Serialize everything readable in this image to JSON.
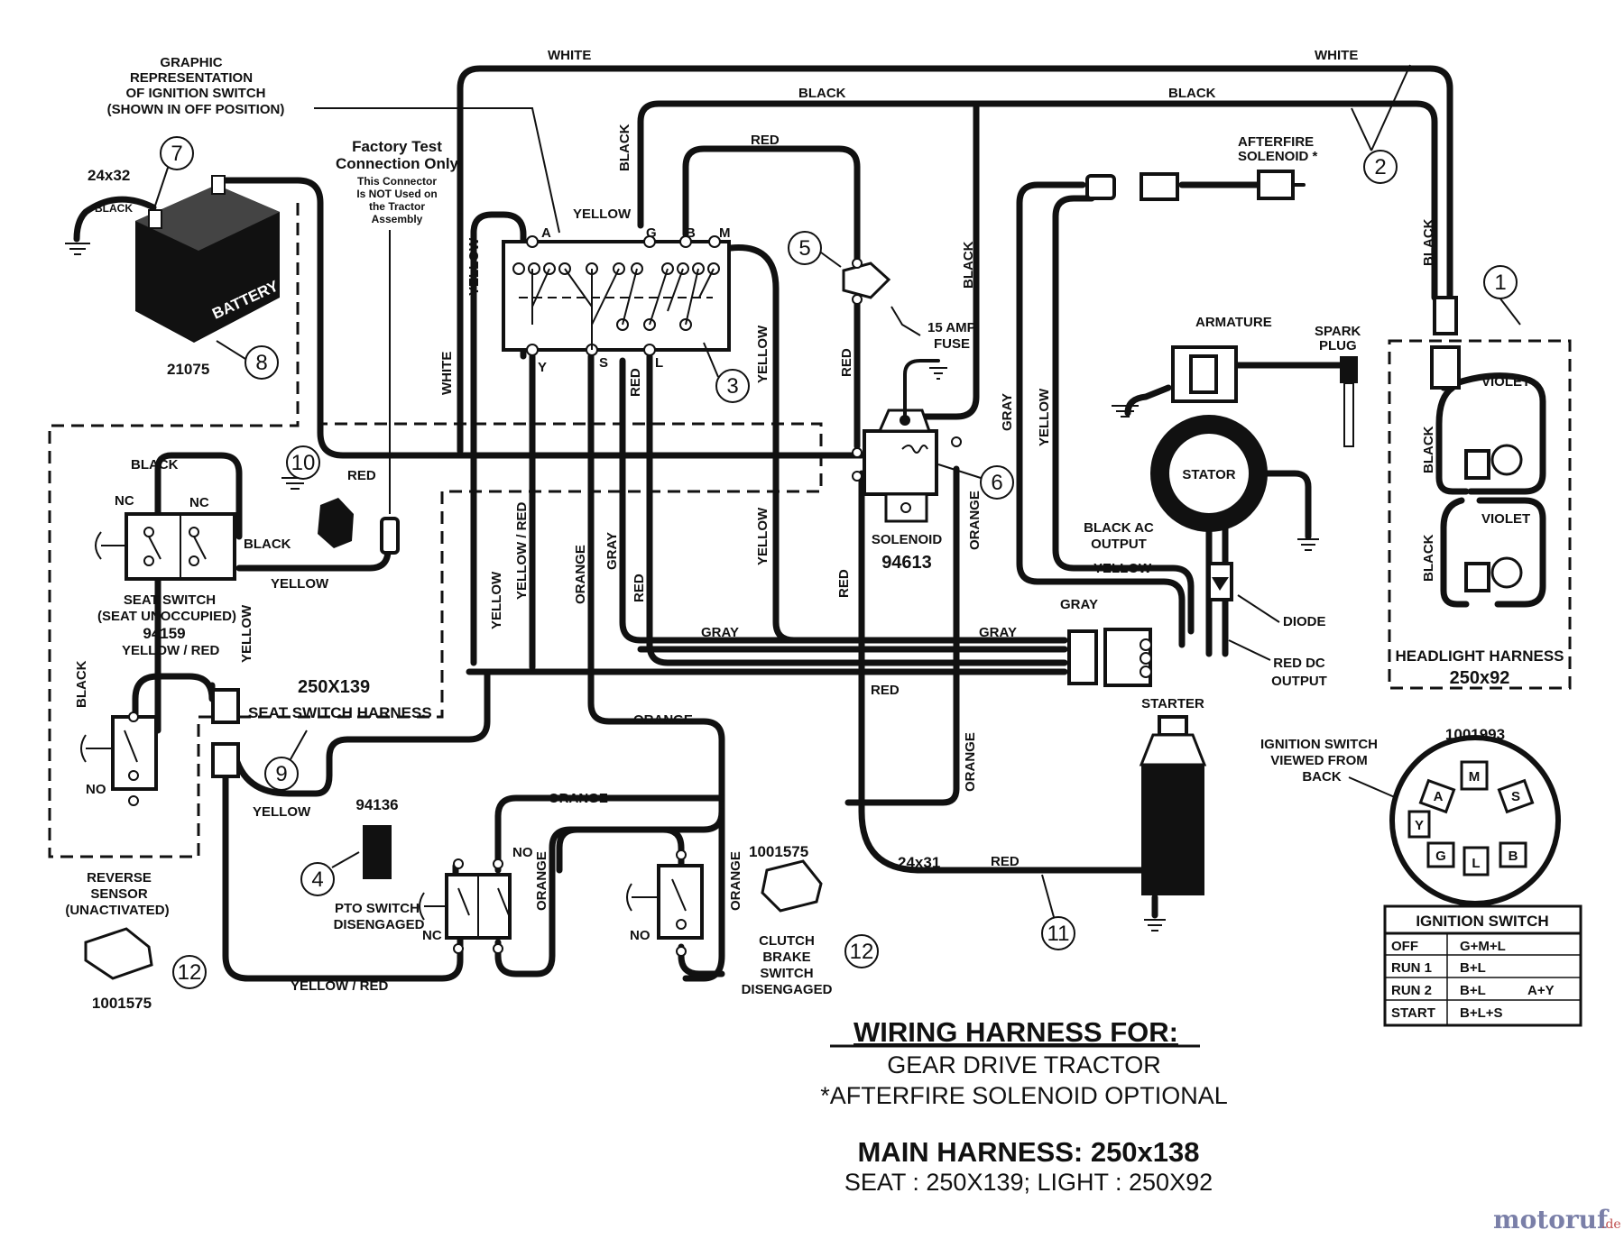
{
  "wire_colors": {
    "white": "WHITE",
    "black": "BLACK",
    "red": "RED",
    "yellow": "YELLOW",
    "gray": "GRAY",
    "orange": "ORANGE",
    "violet": "VIOLET",
    "yellow_red": "YELLOW / RED"
  },
  "ignition_rep": [
    "GRAPHIC",
    "REPRESENTATION",
    "OF IGNITION SWITCH",
    "(SHOWN IN OFF POSITION)"
  ],
  "factory_test": [
    "Factory Test",
    "Connection Only",
    "This Connector",
    "Is NOT Used on",
    "the Tractor",
    "Assembly"
  ],
  "battery": {
    "label": "BATTERY",
    "size": "24x32",
    "part": "21075"
  },
  "afterfire": [
    "AFTERFIRE",
    "SOLENOID *"
  ],
  "fuse": [
    "15 AMP",
    "FUSE"
  ],
  "switch_terminals": {
    "A": "A",
    "G": "G",
    "B": "B",
    "M": "M",
    "Y": "Y",
    "S": "S",
    "L": "L"
  },
  "solenoid": {
    "label": "SOLENOID",
    "part": "94613"
  },
  "armature": "ARMATURE",
  "spark_plug": [
    "SPARK",
    "PLUG"
  ],
  "stator": "STATOR",
  "black_ac_output": [
    "BLACK AC",
    "OUTPUT"
  ],
  "diode": "DIODE",
  "red_dc_output": [
    "RED DC",
    "OUTPUT"
  ],
  "headlight_harness": {
    "label": "HEADLIGHT HARNESS",
    "part": "250x92"
  },
  "seat_switch": {
    "nc1": "NC",
    "nc2": "NC",
    "label": "SEAT SWITCH",
    "sub": "(SEAT UNOCCUPIED)",
    "part": "94159"
  },
  "seat_harness": {
    "part": "250X139",
    "label": "SEAT SWITCH HARNESS"
  },
  "reverse_sensor": {
    "lines": [
      "REVERSE",
      "SENSOR",
      "(UNACTIVATED)"
    ],
    "part": "1001575",
    "no": "NO"
  },
  "pto_switch": {
    "part": "94136",
    "lines": [
      "PTO SWITCH",
      "DISENGAGED"
    ],
    "no": "NO",
    "nc": "NC"
  },
  "clutch_switch": {
    "part": "1001575",
    "lines": [
      "CLUTCH",
      "BRAKE",
      "SWITCH",
      "DISENGAGED"
    ],
    "no": "NO"
  },
  "starter": {
    "label": "STARTER",
    "size": "24x31"
  },
  "ignition_back": {
    "lines": [
      "IGNITION SWITCH",
      "VIEWED FROM",
      "BACK"
    ],
    "part": "1001993",
    "terms": [
      "M",
      "A",
      "S",
      "Y",
      "G",
      "L",
      "B"
    ]
  },
  "callouts": [
    "1",
    "2",
    "3",
    "4",
    "5",
    "6",
    "7",
    "8",
    "9",
    "10",
    "11",
    "12",
    "12"
  ],
  "ignition_table": {
    "title": "IGNITION SWITCH",
    "rows": [
      {
        "pos": "OFF",
        "conn": "G+M+L",
        "extra": ""
      },
      {
        "pos": "RUN 1",
        "conn": "B+L",
        "extra": ""
      },
      {
        "pos": "RUN 2",
        "conn": "B+L",
        "extra": "A+Y"
      },
      {
        "pos": "START",
        "conn": "B+L+S",
        "extra": ""
      }
    ]
  },
  "footer": {
    "title": "WIRING HARNESS FOR:",
    "line1": "GEAR DRIVE TRACTOR",
    "line2": "*AFTERFIRE SOLENOID OPTIONAL",
    "main": "MAIN HARNESS: 250x138",
    "sub": "SEAT : 250X139;     LIGHT : 250X92"
  },
  "watermark": {
    "brand": "motoruf",
    "tld": ".de"
  }
}
